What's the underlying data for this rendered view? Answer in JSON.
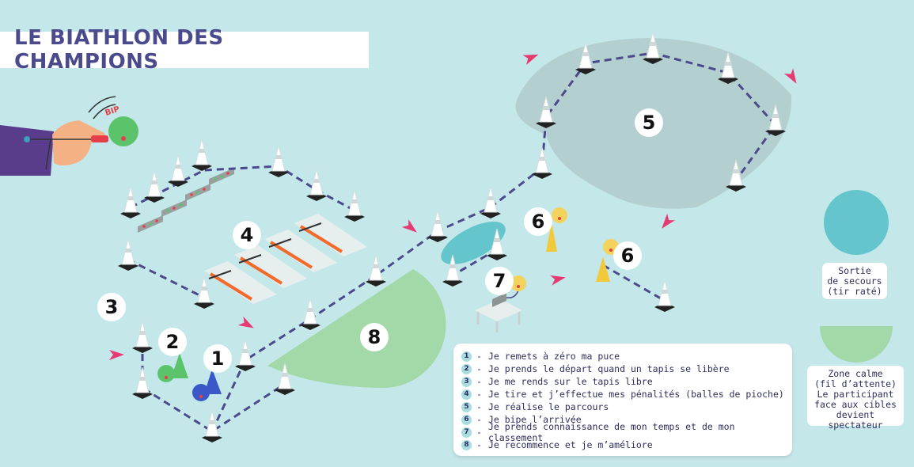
{
  "title": "LE BIATHLON DES CHAMPIONS",
  "colors": {
    "background": "#c4e8ea",
    "path_dash": "#4a4a8c",
    "zone_calm": "#a3d8a8",
    "zone_exit": "#64c5cc",
    "zone_parcours": "#b3cfcf",
    "badge": "#ffffff",
    "arrow": "#e63a73",
    "chip_green": "#5bc46a",
    "chip_yellow": "#f3d35c",
    "chip_blue": "#3a58c8"
  },
  "hand": {
    "beep_text": "BIP"
  },
  "markers": [
    "1",
    "2",
    "3",
    "4",
    "5",
    "6",
    "6",
    "7",
    "8"
  ],
  "legend": {
    "items": [
      {
        "num": "1",
        "text": "Je remets à zéro ma puce"
      },
      {
        "num": "2",
        "text": "Je prends le départ quand un tapis se libère"
      },
      {
        "num": "3",
        "text": "Je me rends sur le tapis libre"
      },
      {
        "num": "4",
        "text": "Je tire et j’effectue mes pénalités (balles de pioche)"
      },
      {
        "num": "5",
        "text": "Je réalise le parcours"
      },
      {
        "num": "6",
        "text": "Je bipe l’arrivée"
      },
      {
        "num": "7",
        "text": "Je prends connaissance de mon temps et de mon classement"
      },
      {
        "num": "8",
        "text": "Je recommence et je m’améliore"
      }
    ],
    "separator": "-"
  },
  "zones": {
    "exit": {
      "lines": [
        "Sortie",
        "de secours",
        "(tir raté)"
      ]
    },
    "calm": {
      "lines": [
        "Zone calme",
        "(fil d’attente)",
        "Le participant",
        "face aux cibles",
        "devient spectateur"
      ]
    }
  }
}
